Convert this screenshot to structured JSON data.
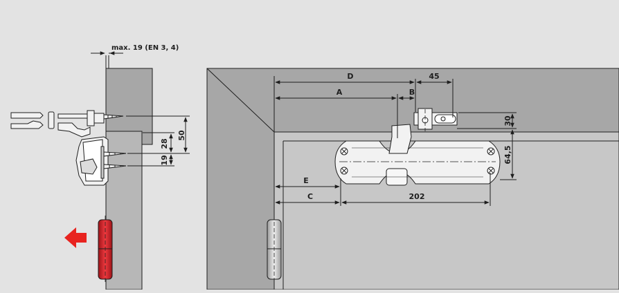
{
  "colors": {
    "background": "#e3e3e3",
    "wall": "#a7a7a7",
    "frame_inner": "#b9b9b9",
    "door": "#b7b7b7",
    "metal": "#f2f2f2",
    "line": "#1e1e1e",
    "arrow": "#e8231f",
    "hinge_red": "#d4202a"
  },
  "labels": {
    "max_thickness": "max. 19 (EN 3, 4)",
    "dim_50": "50",
    "dim_28": "28",
    "dim_19": "19",
    "dim_D": "D",
    "dim_45": "45",
    "dim_A": "A",
    "dim_B": "B",
    "dim_30": "30",
    "dim_64_5": "64,5",
    "dim_E": "E",
    "dim_C": "C",
    "dim_202": "202"
  },
  "icons": {
    "arrow": "red-arrow-left-icon",
    "hinge": "door-hinge-icon"
  }
}
